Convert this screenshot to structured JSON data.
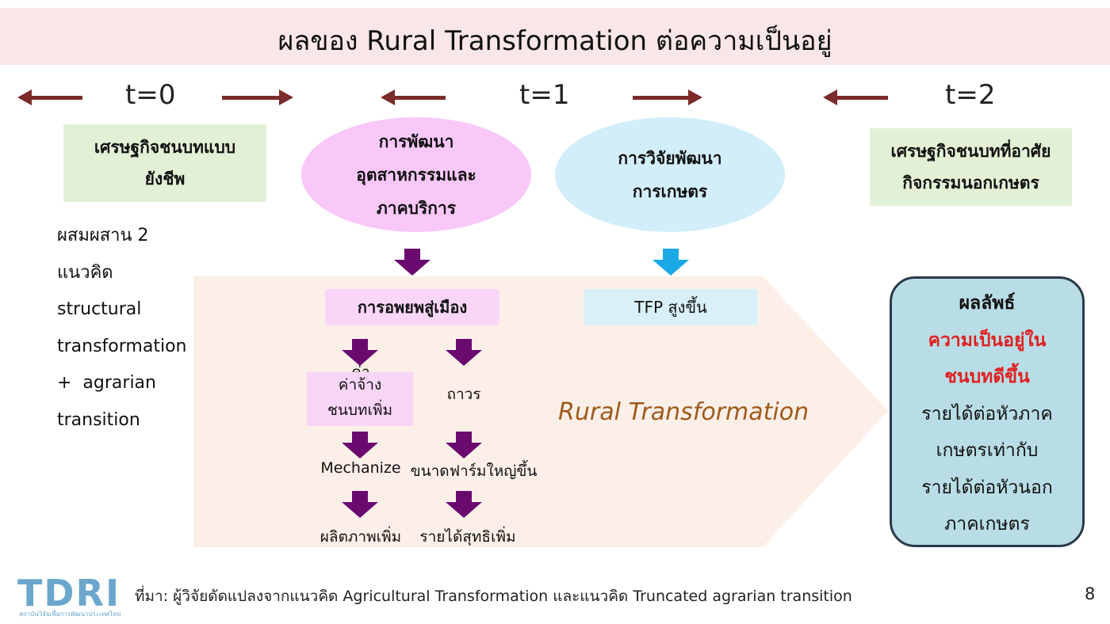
{
  "title": "ผลของ Rural Transformation ต่อความเป็นอยู่",
  "timeline": {
    "t0": "t=0",
    "t1": "t=1",
    "t2": "t=2"
  },
  "boxes": {
    "subsistence": [
      "เศรษฐกิจชนบทแบบ",
      "ยังชีพ"
    ],
    "industry": [
      "การพัฒนา",
      "อุตสาหกรรมและ",
      "ภาคบริการ"
    ],
    "research": [
      "การวิจัยพัฒนา",
      "การเกษตร"
    ],
    "nonfarm": [
      "เศรษฐกิจชนบทที่อาศัย",
      "กิจกรรมนอกเกษตร"
    ]
  },
  "side_text": [
    "ผสมผสาน 2",
    "แนวคิด",
    "structural",
    "transformation",
    "+  agrarian",
    "transition"
  ],
  "flow": {
    "migration": "การอพยพสู่เมือง",
    "tfp": "TFP สูงขึ้น",
    "wage_overlap": "ค่า",
    "wage": [
      "ค่าจ้าง",
      "ชนบทเพิ่ม"
    ],
    "permanent": "ถาวร",
    "mechanize": "Mechanize",
    "farm_size": "ขนาดฟาร์มใหญ่ขึ้น",
    "productivity": "ผลิตภาพเพิ่ม",
    "net_income": "รายได้สุทธิเพิ่ม"
  },
  "rural_label": "Rural Transformation",
  "result": {
    "heading": "ผลลัพธ์",
    "highlight": [
      "ความเป็นอยู่ใน",
      "ชนบทดีขึ้น"
    ],
    "lines": [
      "รายได้ต่อหัวภาค",
      "เกษตรเท่ากับ",
      "รายได้ต่อหัวนอก",
      "ภาคเกษตร"
    ]
  },
  "footer": {
    "logo": "TDRI",
    "logo_sub": "สถาบันวิจัยเพื่อการพัฒนาประเทศไทย",
    "source": "ที่มา: ผู้วิจัยดัดแปลงจากแนวคิด Agricultural Transformation และแนวคิด Truncated agrarian transition",
    "page": "8"
  },
  "colors": {
    "title_bg": "#f9e6e6",
    "timeline_arrow": "#7b2b2b",
    "green_box": "#e2f0d5",
    "pink": "#f9c8f9",
    "light_blue": "#d2eefa",
    "purple_arrow": "#6a0a6e",
    "cyan_arrow": "#1aa9e6",
    "rural_band": "#fcefe8",
    "result_box": "#b9dde6",
    "highlight_red": "#e02020"
  }
}
